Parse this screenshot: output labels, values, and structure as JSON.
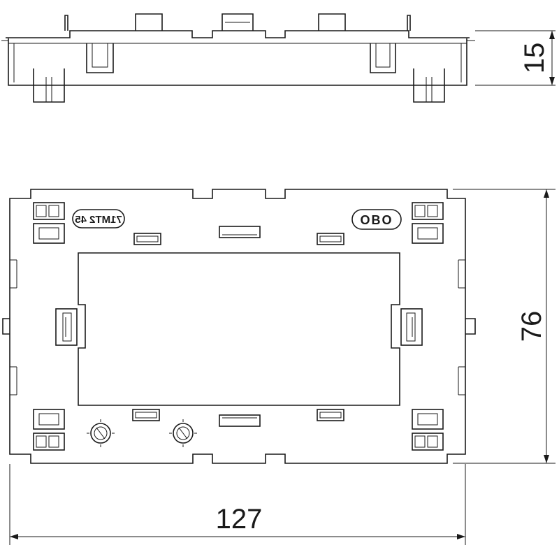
{
  "dimensions": {
    "width": "127",
    "height": "76",
    "depth": "15"
  },
  "markings": {
    "part_number": "71MT2 45",
    "brand_logo": "OBO"
  },
  "colors": {
    "line": "#1a1a1a",
    "background": "#ffffff"
  }
}
